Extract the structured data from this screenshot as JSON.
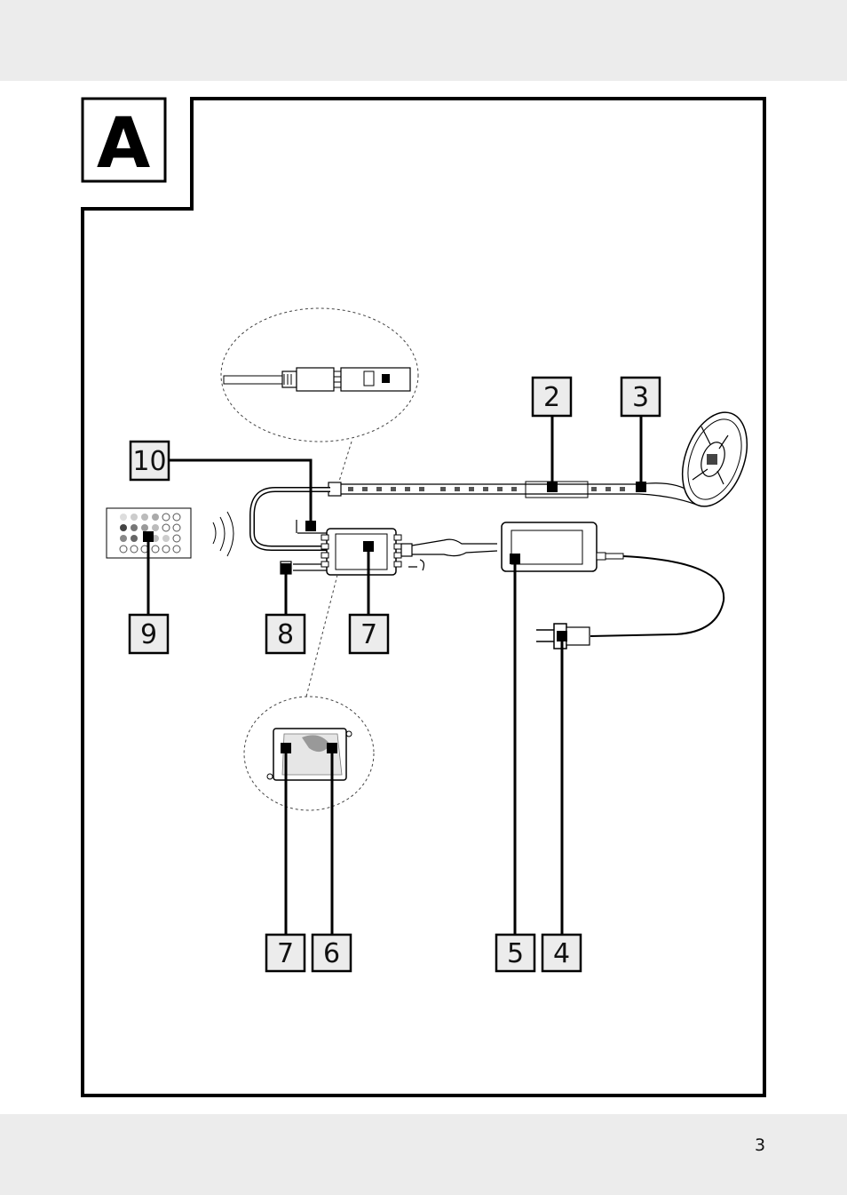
{
  "figure": {
    "letter": "A"
  },
  "callouts": {
    "strip_connector": "2",
    "led_strip": "3",
    "plug": "4",
    "power_adapter": "5",
    "adhesive_tape": "6",
    "controller": "7",
    "controller_in_detail": "7",
    "ir_receiver": "8",
    "remote_control": "9",
    "strip_plug": "10"
  },
  "page": {
    "number": "3"
  }
}
